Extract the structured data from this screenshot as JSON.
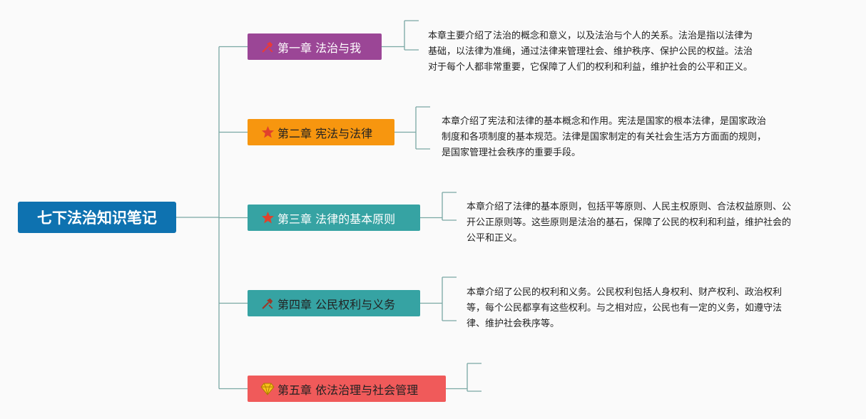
{
  "root": {
    "label": "七下法治知识笔记",
    "color": "#0e72b0"
  },
  "connector_color": "#7aa8a4",
  "chapters": [
    {
      "label": "第一章 法治与我",
      "icon": "hammer-icon",
      "bg": "#9b4696",
      "text_color": "#ffffff",
      "icon_color": "#e83a3a",
      "summary": [
        "本章主要介绍了法治的概念和意义，以及法治与个人的关系。法治是指以法律为",
        "基础，以法律为准绳，通过法律来管理社会、维护秩序、保护公民的权益。法治",
        "对于每个人都非常重要，它保障了人们的权利和利益，维护社会的公平和正义。"
      ]
    },
    {
      "label": "第二章 宪法与法律",
      "icon": "star-icon",
      "bg": "#f7960f",
      "text_color": "#222222",
      "icon_color": "#e0412c",
      "summary": [
        "本章介绍了宪法和法律的基本概念和作用。宪法是国家的根本法律，是国家政治",
        "制度和各项制度的基本规范。法律是国家制定的有关社会生活方方面面的规则，",
        "是国家管理社会秩序的重要手段。"
      ]
    },
    {
      "label": "第三章 法律的基本原则",
      "icon": "star-icon",
      "bg": "#36a3a3",
      "text_color": "#ffffff",
      "icon_color": "#e0412c",
      "summary": [
        "本章介绍了法律的基本原则，包括平等原则、人民主权原则、合法权益原则、公",
        "开公正原则等。这些原则是法治的基石，保障了公民的权利和利益，维护社会的",
        "公平和正义。"
      ]
    },
    {
      "label": "第四章 公民权利与义务",
      "icon": "hammer-icon",
      "bg": "#36a3a3",
      "text_color": "#222222",
      "icon_color": "#9a3a2a",
      "summary": [
        "本章介绍了公民的权利和义务。公民权利包括人身权利、财产权利、政治权利",
        "等，每个公民都享有这些权利。与之相对应，公民也有一定的义务，如遵守法",
        "律、维护社会秩序等。"
      ]
    },
    {
      "label": "第五章 依法治理与社会管理",
      "icon": "diamond-icon",
      "bg": "#f05a5a",
      "text_color": "#222222",
      "icon_color": "#f7c21a",
      "summary": []
    }
  ]
}
